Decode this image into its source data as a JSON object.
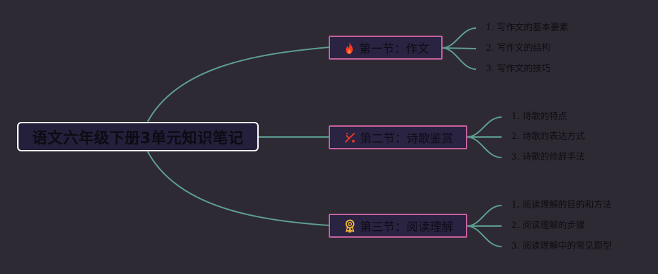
{
  "colors": {
    "background": "#2e2a33",
    "root_border": "#ffffff",
    "root_fill": "#241f3b",
    "section_border": "#c9619f",
    "section_fill": "#2a2342",
    "connector": "#5d9e94",
    "fire_icon": "#ff3b1f",
    "draw_icon": "#e23a2a",
    "medal_icon": "#f2b63a"
  },
  "root": {
    "title": "语文六年级下册3单元知识笔记"
  },
  "sections": [
    {
      "label": "第一节：作文",
      "icon": "fire-icon",
      "items": [
        {
          "num": "1.",
          "text": "写作文的基本要素"
        },
        {
          "num": "2.",
          "text": "写作文的结构"
        },
        {
          "num": "3.",
          "text": "写作文的技巧"
        }
      ]
    },
    {
      "label": "第二节：诗歌鉴赏",
      "icon": "compass-draw-icon",
      "items": [
        {
          "num": "1.",
          "text": "诗歌的特点"
        },
        {
          "num": "2.",
          "text": "诗歌的表达方式"
        },
        {
          "num": "3.",
          "text": "诗歌的修辞手法"
        }
      ]
    },
    {
      "label": "第三节：阅读理解",
      "icon": "award-medal-icon",
      "items": [
        {
          "num": "1.",
          "text": "阅读理解的目的和方法"
        },
        {
          "num": "2.",
          "text": "阅读理解的步骤"
        },
        {
          "num": "3.",
          "text": "阅读理解中的常见题型"
        }
      ]
    }
  ]
}
